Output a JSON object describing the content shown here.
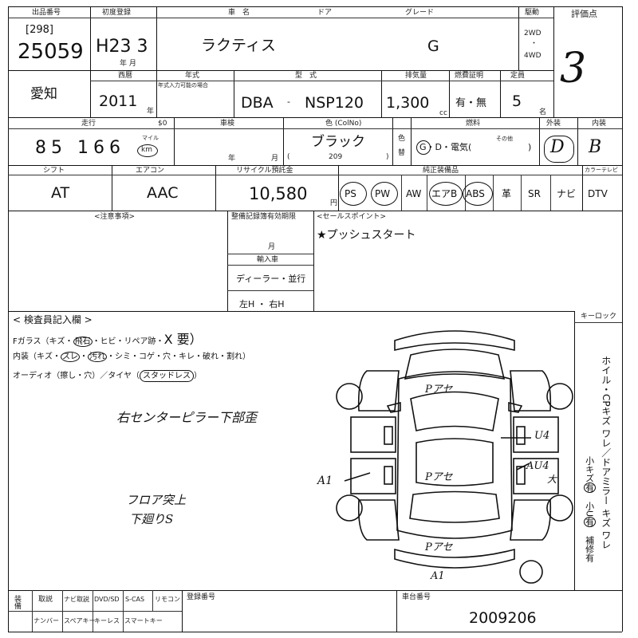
{
  "header": {
    "auction_no_label": "出品番号",
    "auction_no_small": "[298]",
    "auction_no": "25059",
    "first_reg_label": "初度登録",
    "first_reg": "H23 3",
    "month_unit": "年  月",
    "car_name_label": "車　名",
    "car_name": "ラクティス",
    "door_label": "ドア",
    "grade_label": "グレード",
    "grade": "G",
    "drive_label": "駆動",
    "drive_2wd": "2WD",
    "drive_dot": "・",
    "drive_4wd": "4WD",
    "score_label": "評価点",
    "score": "3"
  },
  "row2": {
    "region": "愛知",
    "year_label": "西暦",
    "year": "2011",
    "year_unit": "年",
    "model_year_label": "年式",
    "model_year_note": "年式入力可能の場合",
    "type_label": "型　式",
    "type_prefix": "DBA",
    "type_sep": "-",
    "type_code": "NSP120",
    "displacement_label": "排気量",
    "displacement": "1,300",
    "displacement_unit": "cc",
    "fuel_cert_label": "燃費証明",
    "fuel_cert": "有・無",
    "capacity_label": "定員",
    "capacity": "5",
    "capacity_unit": "名"
  },
  "row3": {
    "mileage_label": "走行",
    "mileage_unit_label": "$0",
    "mileage": "85 166",
    "mileage_unit_mile": "マイル",
    "mileage_unit_km": "km",
    "inspection_label": "車検",
    "inspection_year": "年",
    "inspection_month": "月",
    "color_label": "色 (ColNo)",
    "color": "ブラック",
    "color_no": "209",
    "color_change_label_a": "色",
    "color_change_label_b": "替",
    "fuel_label": "燃料",
    "fuel_options": "G・D・電気(",
    "fuel_other": "その他",
    "fuel_close": ")",
    "exterior_label": "外装",
    "exterior": "D",
    "interior_label": "内装",
    "interior": "B"
  },
  "row4": {
    "shift_label": "シフト",
    "shift": "AT",
    "aircon_label": "エアコン",
    "aircon": "AAC",
    "recycle_label": "リサイクル預託金",
    "recycle": "10,580",
    "recycle_unit": "円",
    "equipment_label": "純正装備品",
    "tv_label": "カラーテレビ",
    "equipment": [
      "PS",
      "PW",
      "AW",
      "エアB",
      "ABS",
      "革",
      "SR",
      "ナビ",
      "DTV"
    ]
  },
  "row5": {
    "notes_label": "<注意事項>",
    "warranty_label": "整備記録簿有効期限",
    "warranty_month": "月",
    "import_label": "輸入車",
    "import_dealer": "ディーラー・並行",
    "handle": "左H ・ 右H",
    "sales_point_label": "<セールスポイント>",
    "sales_point": "★プッシュスタート"
  },
  "inspector": {
    "title": "< 検査員記入欄 >",
    "key_lock_label": "キーロック",
    "f_glass": "Fガラス（キズ・",
    "f_glass_circled": "飛石",
    "f_glass_rest": "・ヒビ・リペア跡・",
    "f_glass_mark": "X 要）",
    "interior_prefix": "内装（キズ・",
    "interior_c1": "スレ",
    "interior_dot": "・",
    "interior_c2": "汚れ",
    "interior_rest": "・シミ・コゲ・穴・キレ・破れ・割れ）",
    "audio_prefix": "オーディオ（擦し・穴）／タイヤ（",
    "audio_circled": "スタッドレス",
    "audio_close": "）",
    "handwritten_1": "右センターピラー下部歪",
    "handwritten_2": "フロア突上",
    "handwritten_3": "下廻りS",
    "side_text": "ホイル・CPキズ ワレ／ドアミラー キズ ワレ",
    "side_sub1": "小キズ",
    "side_sub1_circled": "有",
    "side_sub2": "小U",
    "side_sub2_circled": "有",
    "side_sub3": "補修有",
    "marks": {
      "front": "Pアセ",
      "center": "Pアセ",
      "rear": "Pアセ",
      "left": "A1",
      "right_upper": "U4",
      "right_lower": "AU4",
      "right_lower_note": "大",
      "bottom": "A1"
    }
  },
  "footer": {
    "options_label": "装備",
    "options_row1": [
      "取説",
      "ナビ取説",
      "DVD/SD",
      "S-CAS",
      "リモコン"
    ],
    "options_row2": [
      "ナンバー",
      "スペアキー",
      "キーレス",
      "スマートキー"
    ],
    "reg_no_label": "登録番号",
    "serial_label": "車台番号",
    "serial": "2009206"
  },
  "colors": {
    "ink": "#111111",
    "paper": "#ffffff"
  }
}
